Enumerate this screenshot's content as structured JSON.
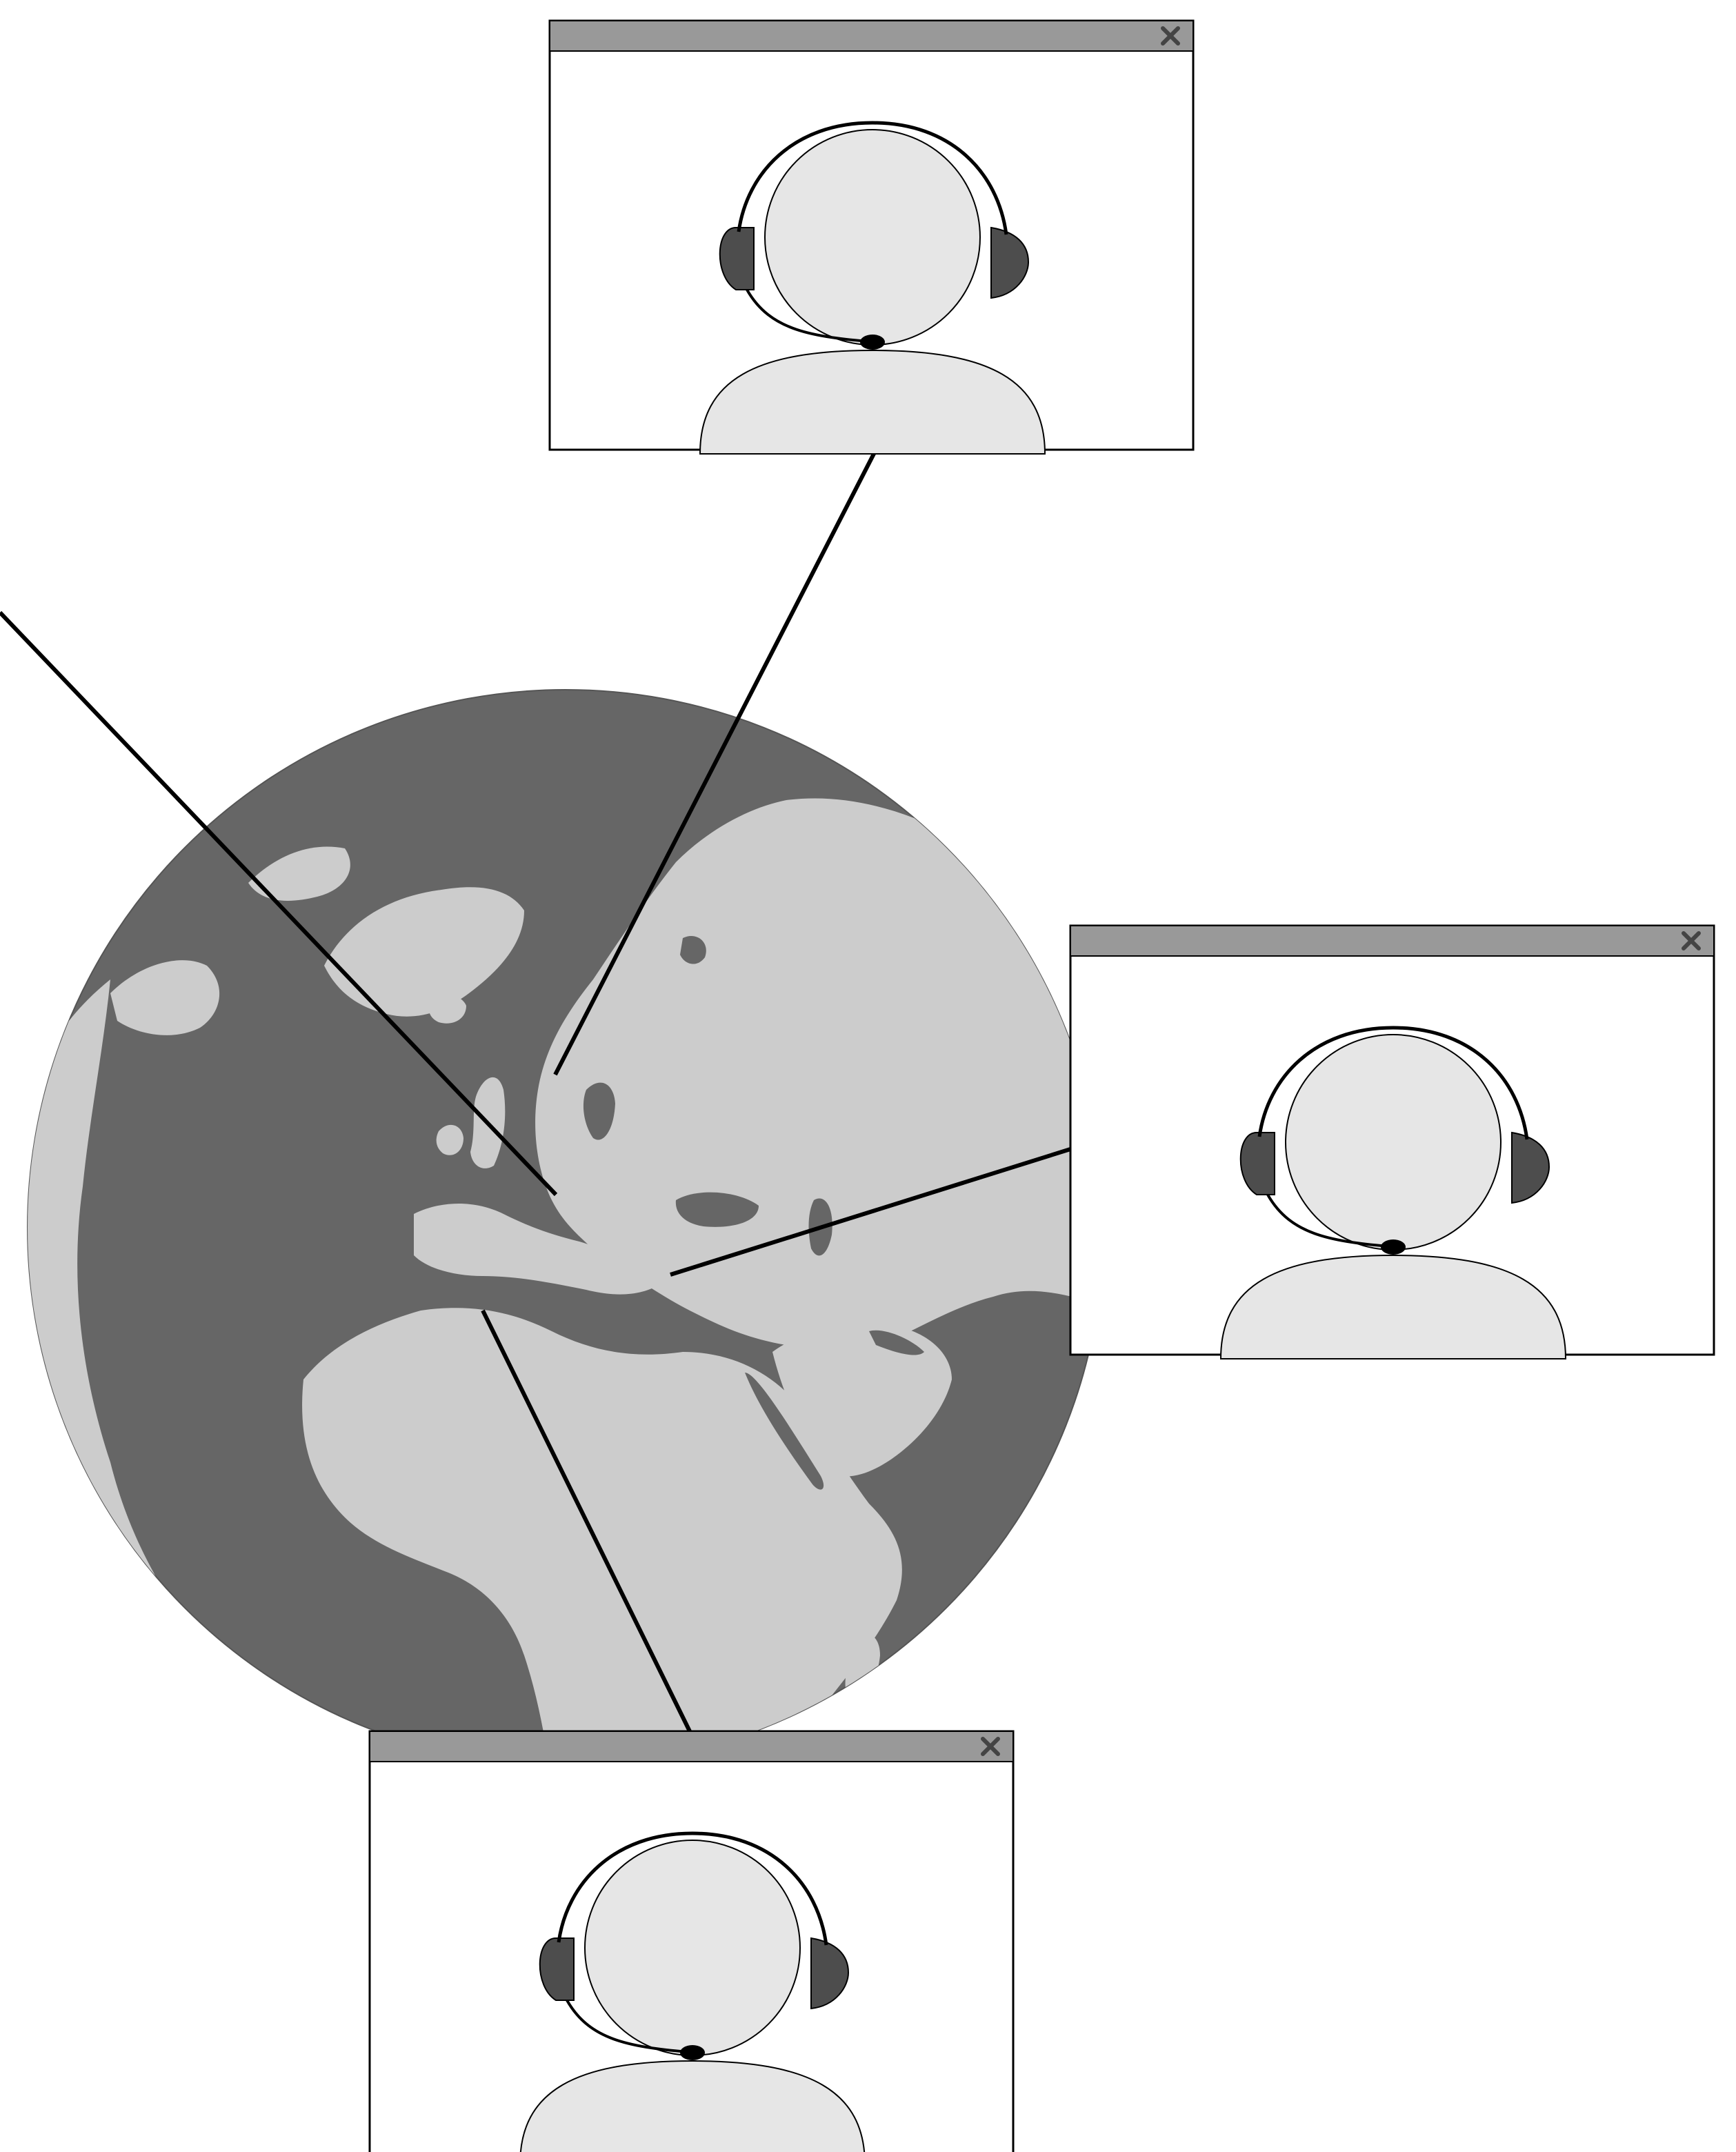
{
  "colors": {
    "ocean": "#666666",
    "land": "#cccccc",
    "window_titlebar": "#999999",
    "window_background": "#ffffff",
    "avatar_fill": "#e6e6e6",
    "earcup": "#4d4d4d"
  },
  "icons": {
    "close": "close-icon",
    "avatar": "headset-user-icon",
    "globe": "globe-icon"
  },
  "windows": [
    {
      "id": "top",
      "close_glyph": "×"
    },
    {
      "id": "right",
      "close_glyph": "×"
    },
    {
      "id": "bottom",
      "close_glyph": "×"
    }
  ]
}
